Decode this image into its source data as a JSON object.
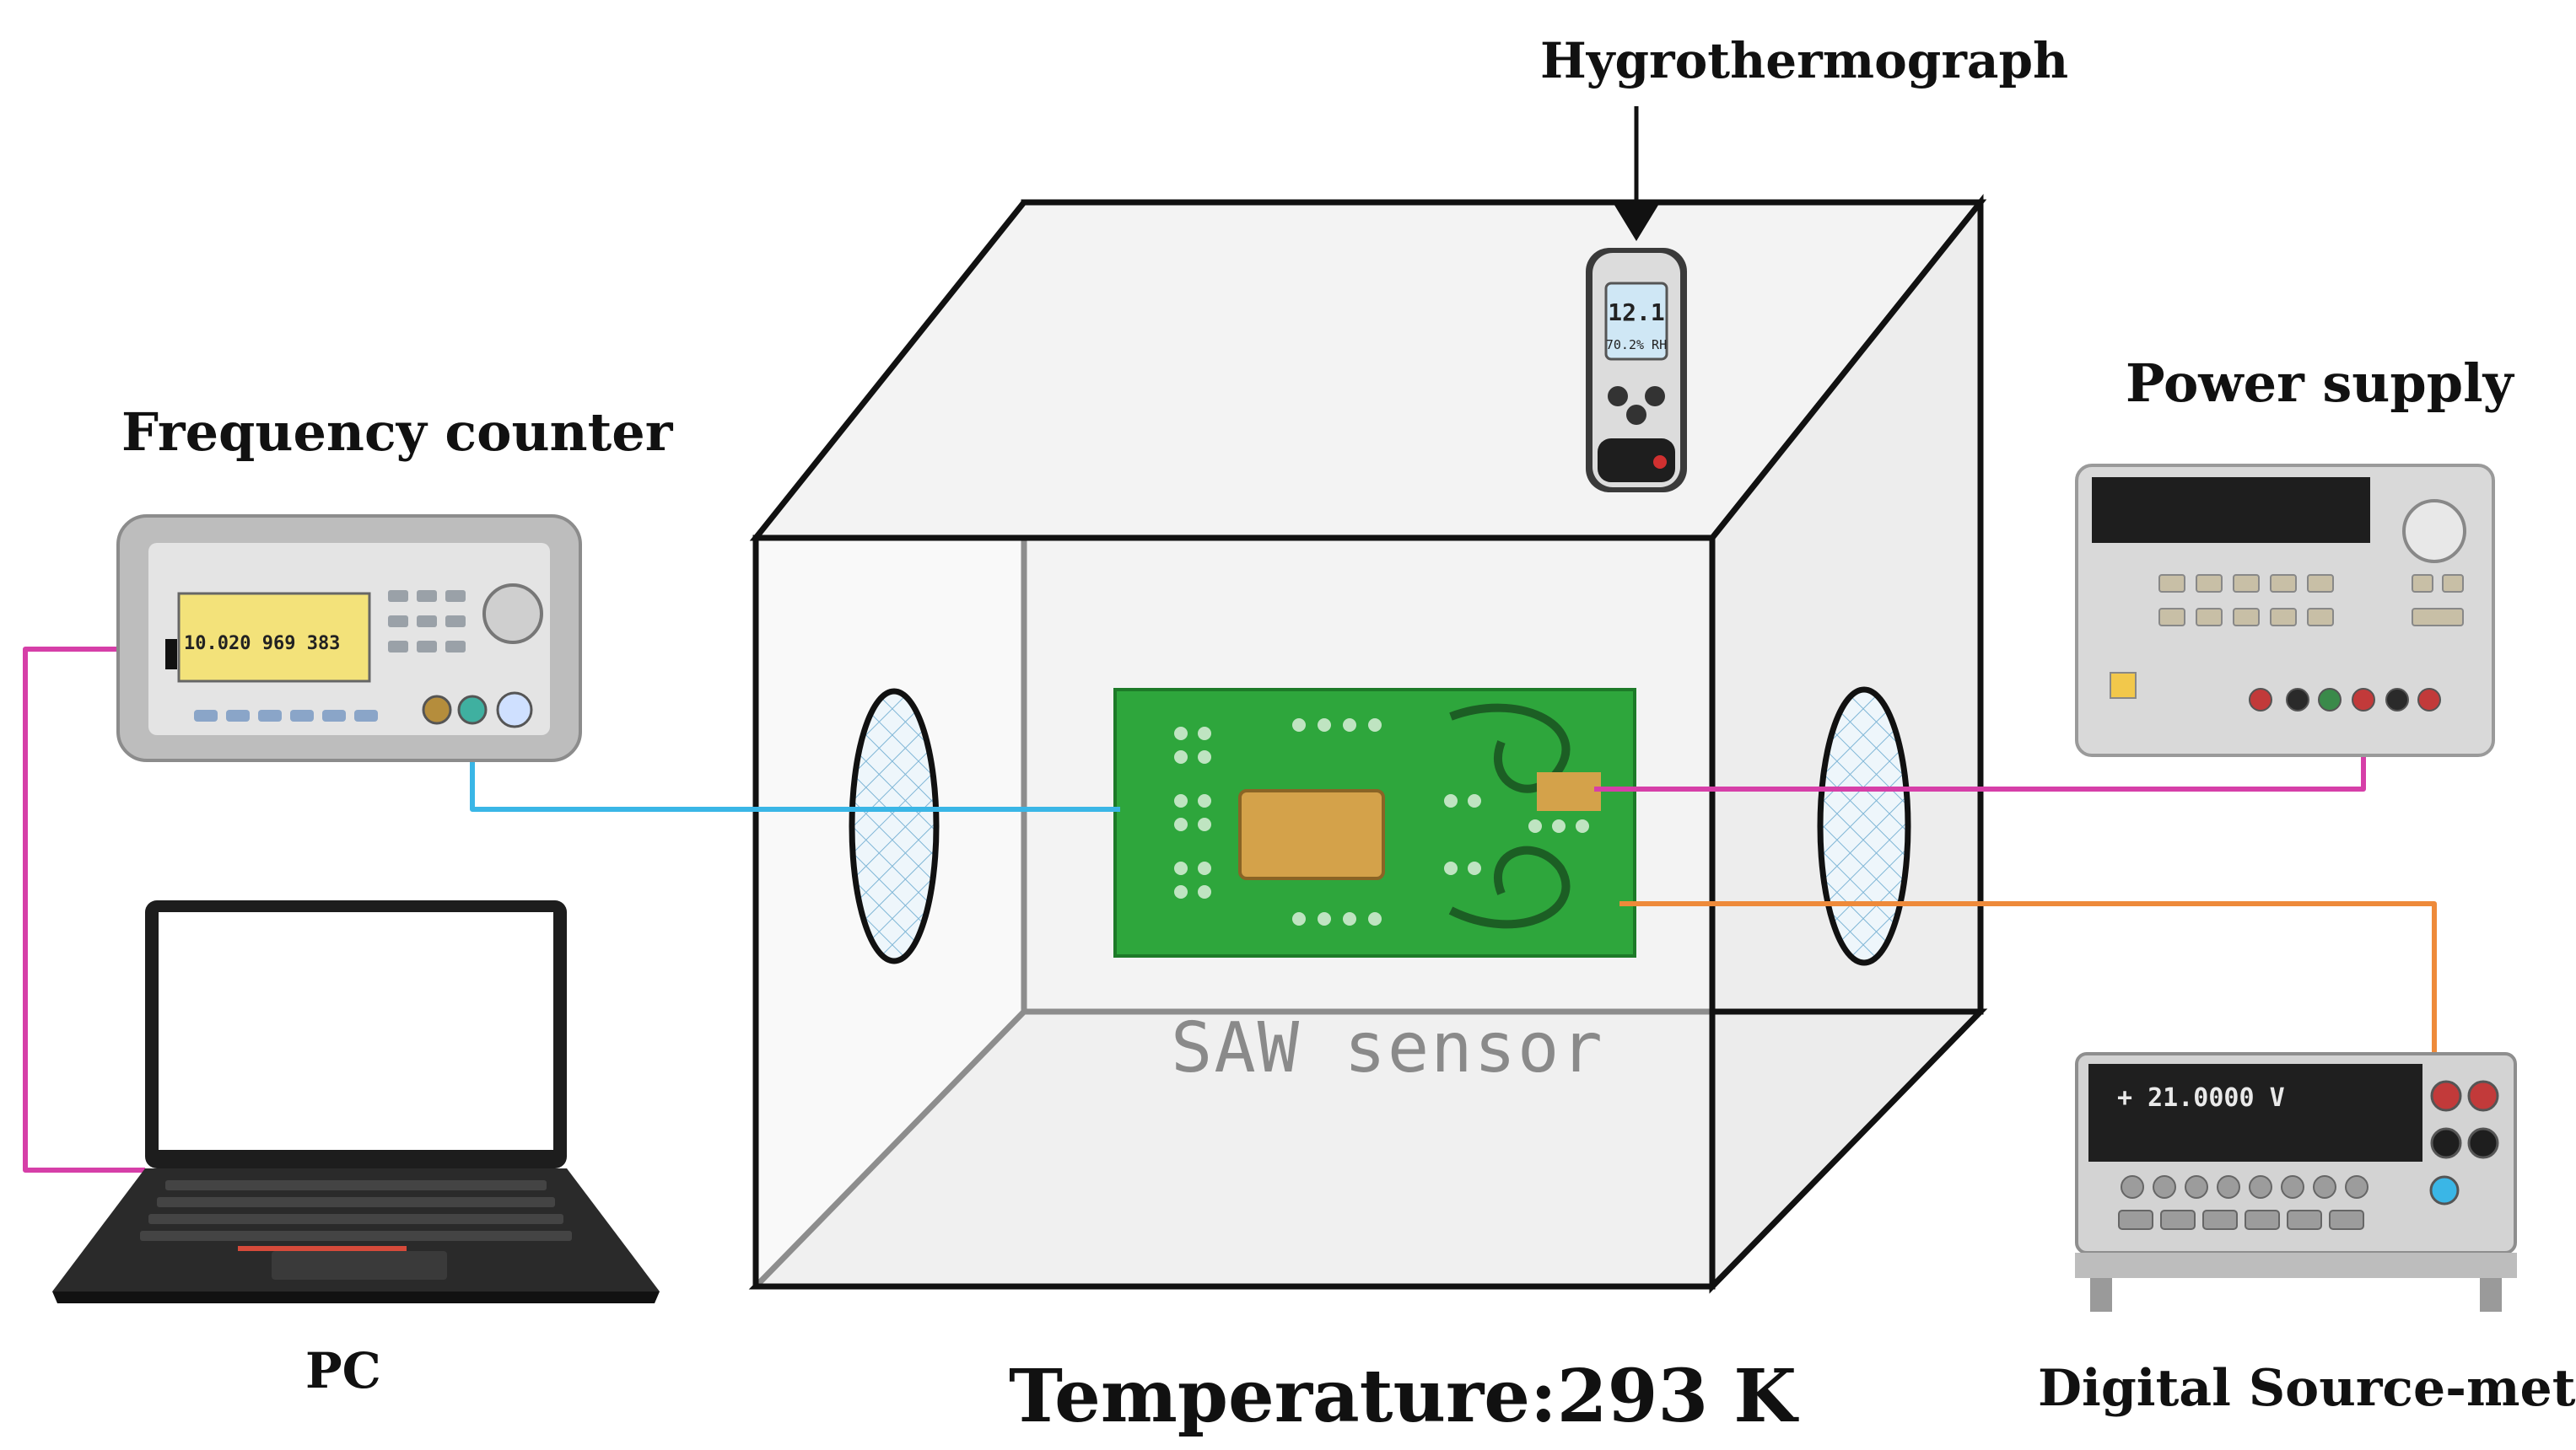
{
  "labels": {
    "hygrothermograph": "Hygrothermograph",
    "frequency_counter": "Frequency counter",
    "power_supply": "Power supply",
    "pc": "PC",
    "temperature": "Temperature:293 K",
    "digital_source_meter": "Digital Source-meter",
    "saw_sensor": "SAW  sensor"
  },
  "device_displays": {
    "hygrometer_reading": "12.1",
    "hygrometer_sub": "70.2% RH",
    "counter_reading": "10.020 969 383",
    "sourcemeter_reading": "+ 21.0000 V"
  },
  "colors": {
    "cable_magenta": "#d63fa8",
    "cable_cyan": "#3ab6e6",
    "cable_orange": "#ee8a3a",
    "pcb_green": "#2eaa3e",
    "sensor_gold": "#d4a24a",
    "chamber_fill": "#efefef",
    "device_gray": "#d6d6d6",
    "laptop_dark": "#2a2a2a"
  }
}
